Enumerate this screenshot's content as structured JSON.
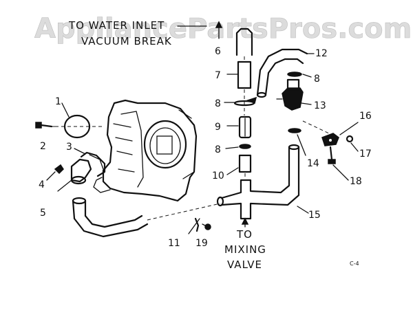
{
  "watermark": "AppliancePartsPros.com",
  "captions": {
    "inlet_line1": "TO WATER INLET",
    "inlet_line2": "VACUUM BREAK",
    "outlet_to": "TO",
    "outlet_mixing": "MIXING",
    "outlet_valve": "VALVE"
  },
  "page_code": "C-4",
  "callouts": {
    "c1": "1",
    "c2": "2",
    "c3": "3",
    "c4": "4",
    "c5": "5",
    "c6": "6",
    "c7": "7",
    "c8a": "8",
    "c8b": "8",
    "c8c": "8",
    "c9": "9",
    "c10": "10",
    "c11": "11",
    "c12": "12",
    "c13": "13",
    "c14": "14",
    "c15": "15",
    "c16": "16",
    "c17": "17",
    "c18": "18",
    "c19": "19"
  }
}
